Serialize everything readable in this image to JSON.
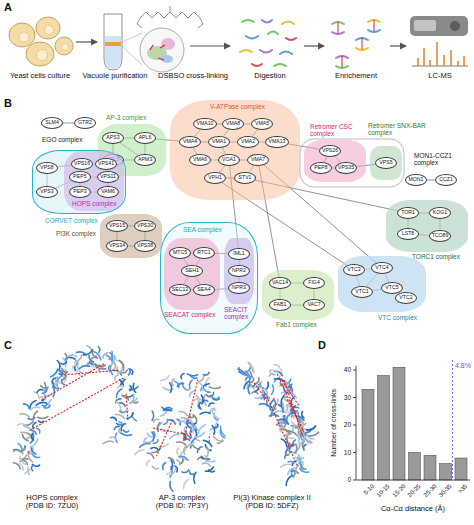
{
  "diagram": {
    "nodes": [
      {
        "text": [
          "EGO complex"
        ]
      },
      {
        "text": [
          "SLM4"
        ],
        "in": 0
      },
      {
        "text": [
          "GTR2"
        ],
        "in": 0
      },
      {
        "text": [
          "AP-3 complex"
        ]
      },
      {
        "text": [
          "APS3"
        ],
        "in": 3
      },
      {
        "text": [
          "APL6"
        ],
        "in": 3
      },
      {
        "text": [
          "APL5"
        ],
        "in": 3
      },
      {
        "text": [
          "APM3"
        ],
        "in": 3
      },
      {
        "text": [
          "V-ATPase complex"
        ]
      },
      {
        "text": [
          "VMA10"
        ],
        "in": 8
      },
      {
        "text": [
          "VMA8"
        ],
        "in": 8
      },
      {
        "text": [
          "VMA5"
        ],
        "in": 8
      },
      {
        "text": [
          "VMA4"
        ],
        "in": 8
      },
      {
        "text": [
          "VMA1"
        ],
        "in": 8
      },
      {
        "text": [
          "VMA2"
        ],
        "in": 8
      },
      {
        "text": [
          "VMA13"
        ],
        "in": 8
      },
      {
        "text": [
          "VMA6"
        ],
        "in": 8
      },
      {
        "text": [
          "VOA1"
        ],
        "in": 8
      },
      {
        "text": [
          "VMA7"
        ],
        "in": 8
      },
      {
        "text": [
          "VPH1"
        ],
        "in": 8
      },
      {
        "text": [
          "STV1"
        ],
        "in": 8
      },
      {
        "text": [
          "Retromer CSC complex"
        ]
      },
      {
        "text": [
          "VPS26"
        ],
        "in": 21
      },
      {
        "text": [
          "PEP8"
        ],
        "in": 21
      },
      {
        "text": [
          "VPS35"
        ],
        "in": 21
      },
      {
        "text": [
          "Retromer SNX-BAR complex"
        ]
      },
      {
        "text": [
          "VPS5"
        ],
        "in": 25
      },
      {
        "text": [
          "MON1-CCZ1 complex"
        ]
      },
      {
        "text": [
          "MON1"
        ],
        "in": 27
      },
      {
        "text": [
          "CCZ1"
        ],
        "in": 27
      },
      {
        "text": [
          "CORVET complex"
        ]
      },
      {
        "text": [
          "VPS3"
        ],
        "in": 30
      },
      {
        "text": [
          "VPS8"
        ],
        "in": 30
      },
      {
        "text": [
          "HOPS complex"
        ],
        "in": 30
      },
      {
        "text": [
          "VPS16"
        ],
        "in": 33
      },
      {
        "text": [
          "VPS41"
        ],
        "in": 33
      },
      {
        "text": [
          "PEP5"
        ],
        "in": 33
      },
      {
        "text": [
          "VPS11"
        ],
        "in": 33
      },
      {
        "text": [
          "PEP3"
        ],
        "in": 33
      },
      {
        "text": [
          "VAM6"
        ],
        "in": 33
      },
      {
        "text": [
          "TORC1 complex"
        ]
      },
      {
        "text": [
          "TOR1"
        ],
        "in": 40
      },
      {
        "text": [
          "KOG1"
        ],
        "in": 40
      },
      {
        "text": [
          "LST8"
        ],
        "in": 40
      },
      {
        "text": [
          "TCO89"
        ],
        "in": 40
      },
      {
        "text": [
          "PI3K complex"
        ]
      },
      {
        "text": [
          "VPS15"
        ],
        "in": 45
      },
      {
        "text": [
          "VPS30"
        ],
        "in": 45
      },
      {
        "text": [
          "VPS34"
        ],
        "in": 45
      },
      {
        "text": [
          "VPS38"
        ],
        "in": 45
      },
      {
        "text": [
          "SEA complex"
        ]
      },
      {
        "text": [
          "SEACAT complex"
        ],
        "in": 50
      },
      {
        "text": [
          "MTC5"
        ],
        "in": 51
      },
      {
        "text": [
          "RTC1"
        ],
        "in": 51
      },
      {
        "text": [
          "SEH1"
        ],
        "in": 51
      },
      {
        "text": [
          "SEC13"
        ],
        "in": 51
      },
      {
        "text": [
          "SEA4"
        ],
        "in": 51
      },
      {
        "text": [
          "SEACIT complex"
        ],
        "in": 50
      },
      {
        "text": [
          "IML1"
        ],
        "in": 57
      },
      {
        "text": [
          "NPR2"
        ],
        "in": 57
      },
      {
        "text": [
          "NPR3"
        ],
        "in": 57
      },
      {
        "text": [
          "Fab1 complex"
        ]
      },
      {
        "text": [
          "VAC14"
        ],
        "in": 61
      },
      {
        "text": [
          "FIG4"
        ],
        "in": 61
      },
      {
        "text": [
          "FAB1"
        ],
        "in": 61
      },
      {
        "text": [
          "VAC7"
        ],
        "in": 61
      },
      {
        "text": [
          "VTC complex"
        ]
      },
      {
        "text": [
          "VTC3"
        ],
        "in": 66
      },
      {
        "text": [
          "VTC4"
        ],
        "in": 66
      },
      {
        "text": [
          "VTC1"
        ],
        "in": 66
      },
      {
        "text": [
          "VTC5"
        ],
        "in": 66
      },
      {
        "text": [
          "VTC2"
        ],
        "in": 66
      }
    ],
    "edges": [
      {
        "from": 1,
        "to": 2,
        "arrow": "none"
      },
      {
        "from": 4,
        "to": 5,
        "arrow": "none"
      },
      {
        "from": 4,
        "to": 6,
        "arrow": "none"
      },
      {
        "from": 5,
        "to": 7,
        "arrow": "none"
      },
      {
        "from": 6,
        "to": 7,
        "arrow": "none"
      },
      {
        "from": 4,
        "to": 7,
        "arrow": "none"
      },
      {
        "from": 9,
        "to": 10,
        "arrow": "none"
      },
      {
        "from": 10,
        "to": 11,
        "arrow": "none"
      },
      {
        "from": 12,
        "to": 13,
        "arrow": "none"
      },
      {
        "from": 13,
        "to": 14,
        "arrow": "none"
      },
      {
        "from": 14,
        "to": 15,
        "arrow": "none"
      },
      {
        "from": 10,
        "to": 13,
        "arrow": "none"
      },
      {
        "from": 11,
        "to": 14,
        "arrow": "none"
      },
      {
        "from": 16,
        "to": 17,
        "arrow": "none"
      },
      {
        "from": 17,
        "to": 18,
        "arrow": "none"
      },
      {
        "from": 13,
        "to": 17,
        "arrow": "none"
      },
      {
        "from": 19,
        "to": 17,
        "arrow": "none"
      },
      {
        "from": 20,
        "to": 18,
        "arrow": "none"
      },
      {
        "from": 12,
        "to": 16,
        "arrow": "none"
      },
      {
        "from": 19,
        "to": 20,
        "arrow": "none"
      },
      {
        "from": 9,
        "to": 12,
        "arrow": "none"
      },
      {
        "from": 22,
        "to": 23,
        "arrow": "none"
      },
      {
        "from": 22,
        "to": 24,
        "arrow": "none"
      },
      {
        "from": 23,
        "to": 24,
        "arrow": "none"
      },
      {
        "from": 24,
        "to": 26,
        "arrow": "none"
      },
      {
        "from": 28,
        "to": 29,
        "arrow": "none"
      },
      {
        "from": 31,
        "to": 32,
        "arrow": "none"
      },
      {
        "from": 32,
        "to": 34,
        "arrow": "none"
      },
      {
        "from": 34,
        "to": 35,
        "arrow": "none"
      },
      {
        "from": 34,
        "to": 36,
        "arrow": "none"
      },
      {
        "from": 35,
        "to": 37,
        "arrow": "none"
      },
      {
        "from": 36,
        "to": 37,
        "arrow": "none"
      },
      {
        "from": 36,
        "to": 38,
        "arrow": "none"
      },
      {
        "from": 37,
        "to": 39,
        "arrow": "none"
      },
      {
        "from": 38,
        "to": 39,
        "arrow": "none"
      },
      {
        "from": 31,
        "to": 36,
        "arrow": "none"
      },
      {
        "from": 41,
        "to": 42,
        "arrow": "none"
      },
      {
        "from": 41,
        "to": 43,
        "arrow": "none"
      },
      {
        "from": 42,
        "to": 44,
        "arrow": "none"
      },
      {
        "from": 43,
        "to": 44,
        "arrow": "none"
      },
      {
        "from": 46,
        "to": 47,
        "arrow": "none"
      },
      {
        "from": 46,
        "to": 48,
        "arrow": "none"
      },
      {
        "from": 47,
        "to": 49,
        "arrow": "none"
      },
      {
        "from": 48,
        "to": 49,
        "arrow": "none"
      },
      {
        "from": 52,
        "to": 53,
        "arrow": "none"
      },
      {
        "from": 52,
        "to": 54,
        "arrow": "none"
      },
      {
        "from": 53,
        "to": 54,
        "arrow": "none"
      },
      {
        "from": 54,
        "to": 55,
        "arrow": "none"
      },
      {
        "from": 54,
        "to": 56,
        "arrow": "none"
      },
      {
        "from": 55,
        "to": 56,
        "arrow": "none"
      },
      {
        "from": 53,
        "to": 58,
        "arrow": "none"
      },
      {
        "from": 58,
        "to": 59,
        "arrow": "none"
      },
      {
        "from": 59,
        "to": 60,
        "arrow": "none"
      },
      {
        "from": 56,
        "to": 60,
        "arrow": "none"
      },
      {
        "from": 62,
        "to": 63,
        "arrow": "none"
      },
      {
        "from": 62,
        "to": 64,
        "arrow": "none"
      },
      {
        "from": 63,
        "to": 65,
        "arrow": "none"
      },
      {
        "from": 64,
        "to": 65,
        "arrow": "none"
      },
      {
        "from": 67,
        "to": 68,
        "arrow": "none"
      },
      {
        "from": 67,
        "to": 69,
        "arrow": "none"
      },
      {
        "from": 68,
        "to": 70,
        "arrow": "none"
      },
      {
        "from": 69,
        "to": 70,
        "arrow": "none"
      },
      {
        "from": 70,
        "to": 71,
        "arrow": "none"
      },
      {
        "from": 68,
        "to": 69,
        "arrow": "none"
      },
      {
        "from": 15,
        "to": 22,
        "arrow": "none"
      },
      {
        "from": 20,
        "to": 41,
        "arrow": "none"
      },
      {
        "from": 18,
        "to": 68,
        "arrow": "none"
      },
      {
        "from": 19,
        "to": 67,
        "arrow": "none"
      },
      {
        "from": 18,
        "to": 62,
        "arrow": "none"
      },
      {
        "from": 17,
        "to": 58,
        "arrow": "none"
      },
      {
        "from": 5,
        "to": 12,
        "arrow": "none"
      }
    ],
    "labels": [
      "A",
      "Yeast cells culture",
      "Vacuole purification",
      "DSBSO cross-linking",
      "Digestion",
      "Enrichement",
      "LC-MS",
      "B",
      "C",
      "HOPS complex (PDB ID: 7ZU0)",
      "AP-3 complex (PDB ID: 7P3Y)",
      "PI(3) Kinase complex II (PDB ID: 5DFZ)",
      "D",
      "Number of cross-links",
      "0",
      "10",
      "20",
      "30",
      "40",
      "5-10",
      "10-15",
      "15-20",
      "20-25",
      "25-30",
      "30-35",
      ">35",
      "Cα-Cα distance (Å)",
      "4.8%"
    ]
  }
}
